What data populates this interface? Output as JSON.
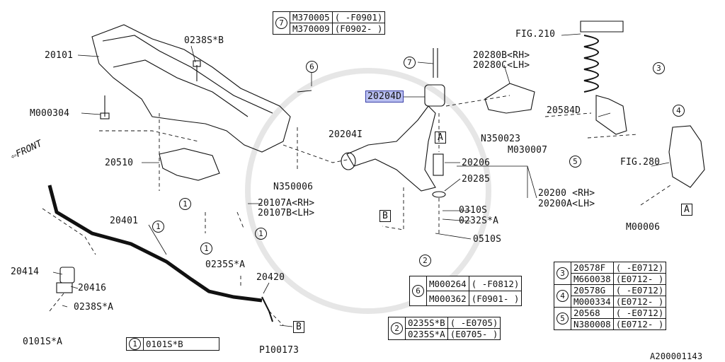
{
  "labels": {
    "fig210": "FIG.210",
    "fig280": "FIG.280",
    "p20101": "20101",
    "p0238sB": "0238S*B",
    "p20280b": "20280B<RH>",
    "p20280c": "20280C<LH>",
    "p20204d": "20204D",
    "pM000304": "M000304",
    "pN350023": "N350023",
    "pM030007": "M030007",
    "p20584d": "20584D",
    "p20204i": "20204I",
    "p20206": "20206",
    "p20285": "20285",
    "pFIG280": "FIG.280",
    "p20510": "20510",
    "pN350006": "N350006",
    "p20107a": "20107A<RH>",
    "p20107b": "20107B<LH>",
    "p20200": "20200 <RH>",
    "p20200a": "20200A<LH>",
    "p0310s": "0310S",
    "p0232sA": "0232S*A",
    "p0510s": "0510S",
    "pM00006": "M00006",
    "p20401": "20401",
    "p0235sA": "0235S*A",
    "p20420": "20420",
    "p20414": "20414",
    "p20416": "20416",
    "p0238sA": "0238S*A",
    "p0101sA": "0101S*A",
    "pP100173": "P100173",
    "front": "FRONT",
    "boxA": "A",
    "boxB": "B",
    "n1": "1",
    "n2": "2",
    "n3": "3",
    "n4": "4",
    "n5": "5",
    "n6": "6",
    "n7": "7",
    "diagramId": "A200001143"
  },
  "tables": {
    "t7": {
      "ref": "7",
      "rows": [
        [
          "M370005",
          "( -F0901)"
        ],
        [
          "M370009",
          "(F0902- )"
        ]
      ]
    },
    "t6": {
      "ref": "6",
      "rows": [
        [
          "M000264",
          "( -F0812)"
        ],
        [
          "M000362",
          "(F0901- )"
        ]
      ]
    },
    "t2": {
      "ref": "2",
      "rows": [
        [
          "0235S*B",
          "( -E0705)"
        ],
        [
          "0235S*A",
          "(E0705- )"
        ]
      ]
    },
    "t3": {
      "ref": "3",
      "rows": [
        [
          "20578F",
          "( -E0712)"
        ],
        [
          "M660038",
          "(E0712- )"
        ]
      ]
    },
    "t4": {
      "ref": "4",
      "rows": [
        [
          "20578G",
          "( -E0712)"
        ],
        [
          "M000334",
          "(E0712- )"
        ]
      ]
    },
    "t5": {
      "ref": "5",
      "rows": [
        [
          "20568",
          "( -E0712)"
        ],
        [
          "N380008",
          "(E0712- )"
        ]
      ]
    },
    "t1": {
      "ref": "1",
      "rows": [
        [
          "0101S*B"
        ]
      ]
    }
  }
}
